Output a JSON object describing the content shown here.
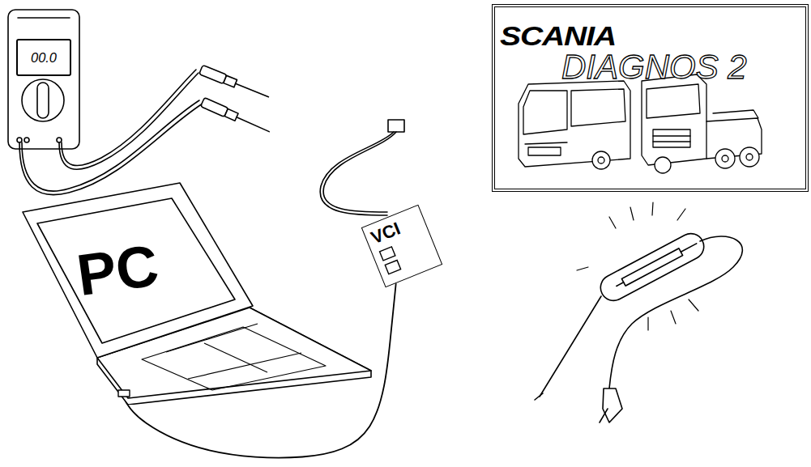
{
  "diagram": {
    "nodes": [
      {
        "text": [
          "00.0"
        ]
      },
      {
        "text": [
          "SCANIA",
          "DIAGNOS 2"
        ]
      },
      {
        "text": [
          "PC"
        ]
      },
      {
        "text": [
          "VCI"
        ]
      }
    ],
    "edges": [
      {
        "from": 3,
        "to": 2,
        "arrow": "none"
      }
    ]
  }
}
